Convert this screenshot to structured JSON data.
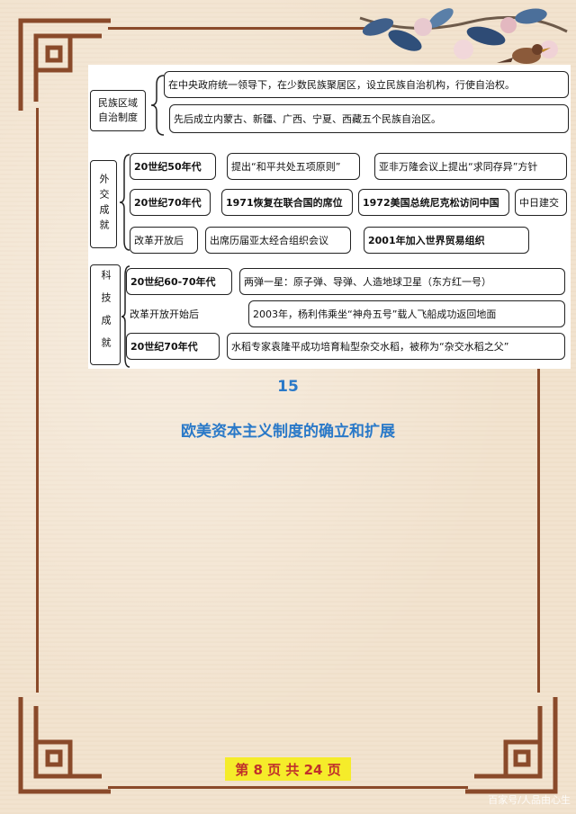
{
  "sections": {
    "autonomy": {
      "label": "民族区域自治制度",
      "items": [
        "在中央政府统一领导下，在少数民族聚居区，设立民族自治机构，行使自治权。",
        "先后成立内蒙古、新疆、广西、宁夏、西藏五个民族自治区。"
      ]
    },
    "diplomacy": {
      "label": "外交成就",
      "rows": [
        [
          "20世纪50年代",
          "提出“和平共处五项原则”",
          "亚非万隆会议上提出“求同存异”方针"
        ],
        [
          "20世纪70年代",
          "1971恢复在联合国的席位",
          "1972美国总统尼克松访问中国",
          "中日建交"
        ],
        [
          "改革开放后",
          "出席历届亚太经合组织会议",
          "2001年加入世界贸易组织"
        ]
      ]
    },
    "science": {
      "label": "科技成就",
      "rows": [
        [
          "20世纪60-70年代",
          "两弹一星：原子弹、导弹、人造地球卫星（东方红一号）"
        ],
        [
          "改革开放开始后",
          "2003年，杨利伟乘坐“神舟五号”载人飞船成功返回地面"
        ],
        [
          "20世纪70年代",
          "水稻专家袁隆平成功培育籼型杂交水稻，被称为“杂交水稻之父”"
        ]
      ]
    }
  },
  "section_number": "15",
  "section_title": "欧美资本主义制度的确立和扩展",
  "pager": "第 8 页 共 24 页",
  "watermark": "百家号/人品由心生",
  "colors": {
    "title": "#2a79c8",
    "frame": "#8a4a2a",
    "pager_bg": "#f5ec2a",
    "pager_text": "#c0302a"
  }
}
